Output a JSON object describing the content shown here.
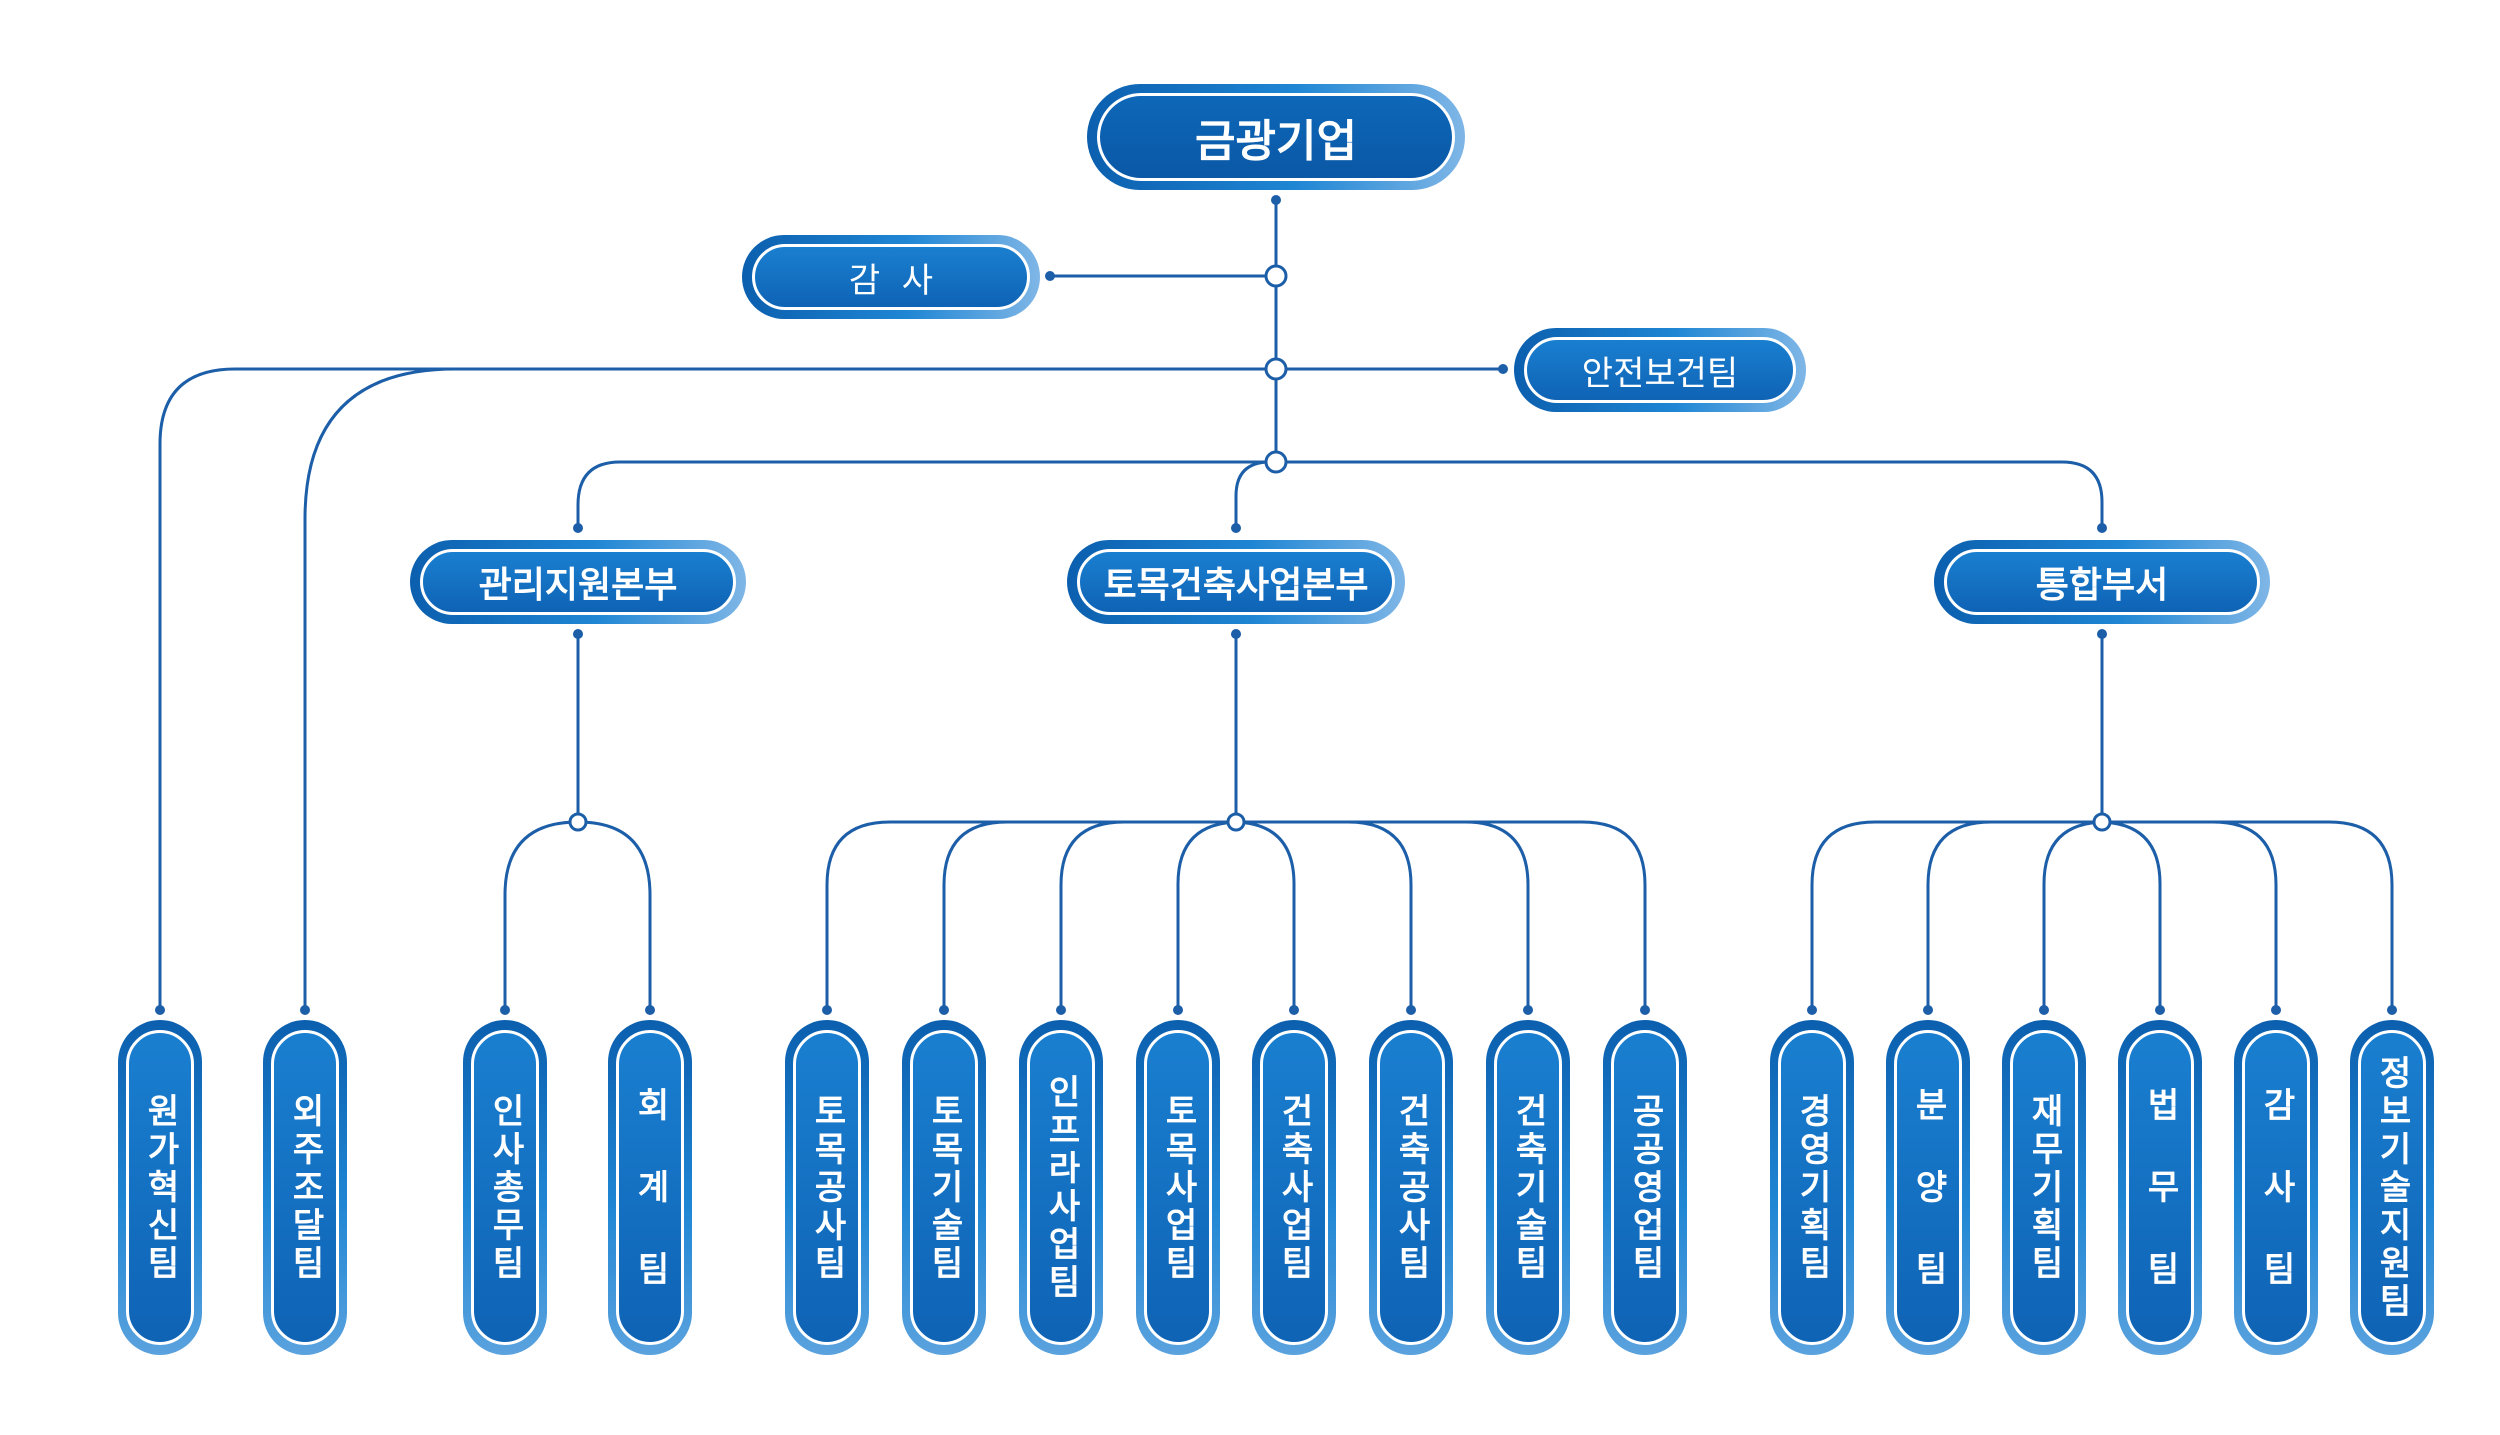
{
  "org": {
    "root": "금광기업",
    "audit": "감  사",
    "safety": "안전보건팀",
    "divisions": {
      "management": "관리지원본부",
      "construction": "토목건축사업본부",
      "integrated": "통합부서"
    },
    "independent_teams": [
      "원가혁신팀",
      "외주조달팀"
    ],
    "management_teams": [
      "인사총무팀",
      "회 계 팀"
    ],
    "construction_teams": [
      "토목공사팀",
      "토목기술팀",
      "인프라사업팀",
      "토목사업팀",
      "건축사업팀",
      "건축공사팀",
      "건축기술팀",
      "공공영업팀"
    ],
    "integrated_teams": [
      "경영기획팀",
      "분 양 팀",
      "재무기획팀",
      "법 무 팀",
      "감 사 팀",
      "정보기술지원팀"
    ]
  },
  "colors": {
    "line": "#1c5ea8",
    "box_dark": "#0b5fae",
    "box_mid": "#1f86d4",
    "box_light": "#7fb6e6",
    "text": "#ffffff"
  }
}
